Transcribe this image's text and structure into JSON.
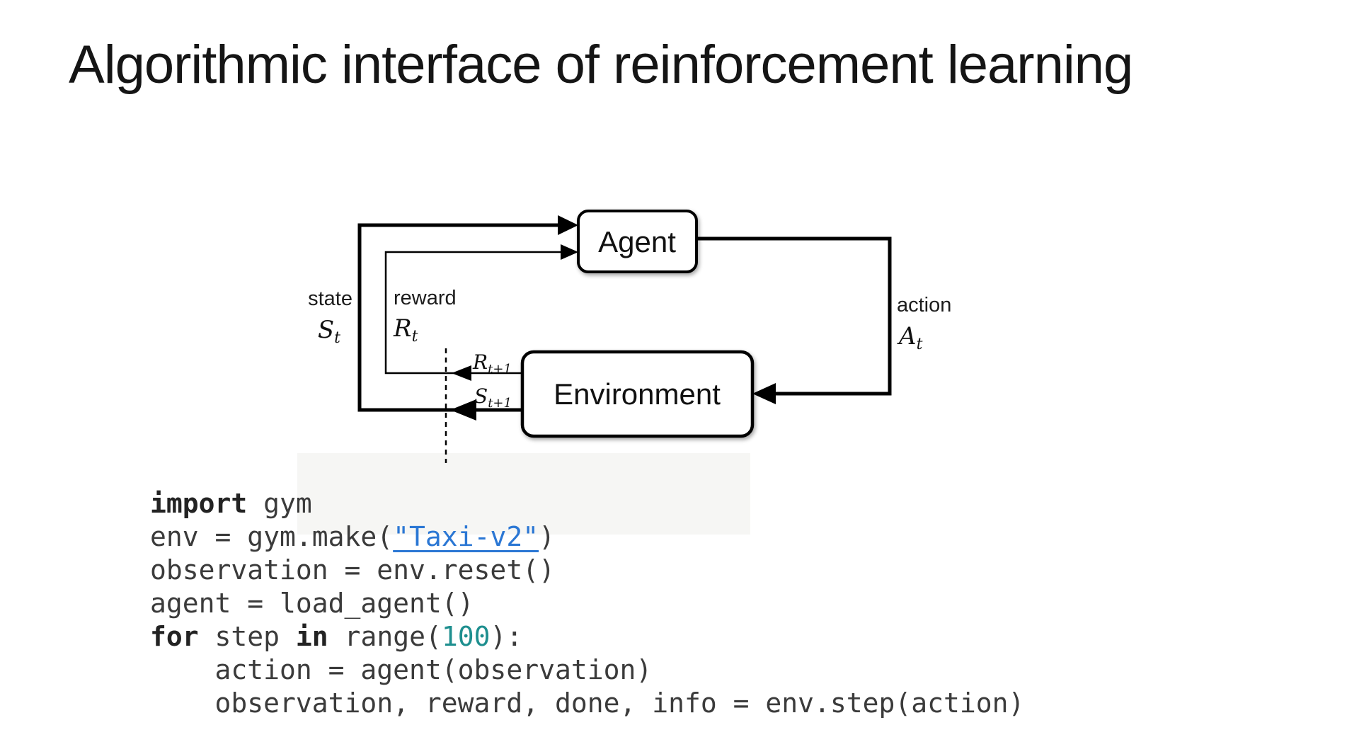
{
  "slide": {
    "title": "Algorithmic interface of reinforcement learning"
  },
  "diagram": {
    "agent_label": "Agent",
    "environment_label": "Environment",
    "state_label": "state",
    "state_symbol": "S",
    "state_sub": "t",
    "reward_label": "reward",
    "reward_symbol": "R",
    "reward_sub": "t",
    "next_reward_symbol": "R",
    "next_reward_sub": "t+1",
    "next_state_symbol": "S",
    "next_state_sub": "t+1",
    "action_label": "action",
    "action_symbol": "A",
    "action_sub": "t"
  },
  "code": {
    "lines": [
      [
        {
          "s": "kw",
          "v": "import"
        },
        {
          "s": "p",
          "v": " gym"
        }
      ],
      [
        {
          "s": "p",
          "v": "env = gym.make("
        },
        {
          "s": "link",
          "v": "\"Taxi-v2\"",
          "name": "taxi-v2-link",
          "click": true
        },
        {
          "s": "p",
          "v": ")"
        }
      ],
      [
        {
          "s": "p",
          "v": "observation = env.reset()"
        }
      ],
      [
        {
          "s": "p",
          "v": "agent = load_agent()"
        }
      ],
      [
        {
          "s": "kw",
          "v": "for"
        },
        {
          "s": "p",
          "v": " step "
        },
        {
          "s": "kw",
          "v": "in"
        },
        {
          "s": "p",
          "v": " range("
        },
        {
          "s": "num",
          "v": "100"
        },
        {
          "s": "p",
          "v": "):"
        }
      ],
      [
        {
          "s": "p",
          "v": "    action = agent(observation)"
        }
      ],
      [
        {
          "s": "p",
          "v": "    observation, reward, done, info = env.step(action)"
        }
      ]
    ]
  },
  "colors": {
    "accent_link": "#2b77d4",
    "number": "#1e8f8f",
    "code_text": "#3b3b3b",
    "diagram_line": "#000000"
  }
}
